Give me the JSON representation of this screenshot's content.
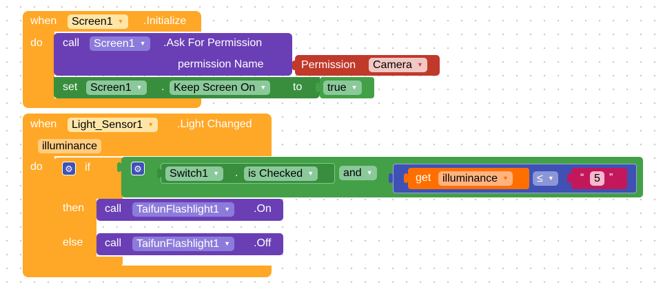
{
  "event1": {
    "when": "when",
    "component": "Screen1",
    "event": ".Initialize",
    "do": "do",
    "call_block": {
      "call": "call",
      "component": "Screen1",
      "method": ".Ask For Permission",
      "param_label": "permission Name",
      "permission_label": "Permission",
      "permission_value": "Camera"
    },
    "set_block": {
      "set": "set",
      "component": "Screen1",
      "dot": ".",
      "property": "Keep Screen On",
      "to": "to",
      "value": "true"
    }
  },
  "event2": {
    "when": "when",
    "component": "Light_Sensor1",
    "event": ".Light Changed",
    "param": "illuminance",
    "do": "do",
    "if_block": {
      "if": "if",
      "then": "then",
      "else": "else",
      "condition": {
        "switch_component": "Switch1",
        "dot": ".",
        "switch_property": "is Checked",
        "op": "and",
        "get": "get",
        "var": "illuminance",
        "compare": "≤",
        "quote_open": "“",
        "number": "5",
        "quote_close": "”"
      },
      "then_call": {
        "call": "call",
        "component": "TaifunFlashlight1",
        "method": ".On"
      },
      "else_call": {
        "call": "call",
        "component": "TaifunFlashlight1",
        "method": ".Off"
      }
    }
  },
  "colors": {
    "event": "#ffa726",
    "procedure": "#6a3fb5",
    "setter": "#388e3c",
    "logic": "#43a047",
    "control": "#ffa726",
    "text": "#c2185b",
    "permission": "#c0392b",
    "variable": "#ff6f00",
    "math": "#3f51b5"
  }
}
